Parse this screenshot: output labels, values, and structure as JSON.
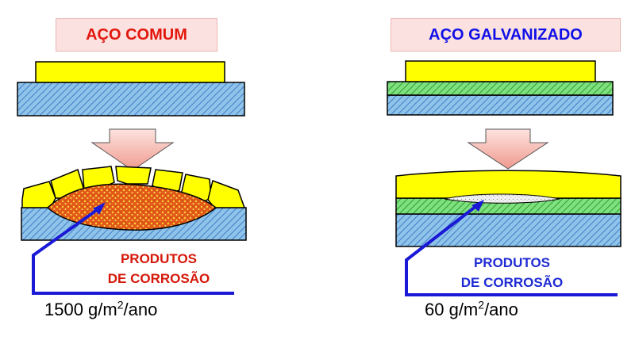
{
  "left": {
    "title": "AÇO COMUM",
    "label_line1": "PRODUTOS",
    "label_line2": "DE CORROSÃO",
    "rate_value": "1500 g/m",
    "rate_exp": "2",
    "rate_unit": "/ano"
  },
  "right": {
    "title": "AÇO GALVANIZADO",
    "label_line1": "PRODUTOS",
    "label_line2": "DE CORROSÃO",
    "rate_value": "60 g/m",
    "rate_exp": "2",
    "rate_unit": "/ano"
  },
  "colors": {
    "paint": "#ffff00",
    "steel": "#8fc3ea",
    "zinc": "#7fe07f",
    "rust": "#e25a19",
    "zinc_corrosion": "#e6e6e6",
    "arrow_fill": "#f7c8c0",
    "pointer": "#1a1ad6",
    "title_left": "#e3170d",
    "title_right": "#1010e8"
  },
  "icons": [
    "down-arrow-icon",
    "pointer-line-icon"
  ]
}
